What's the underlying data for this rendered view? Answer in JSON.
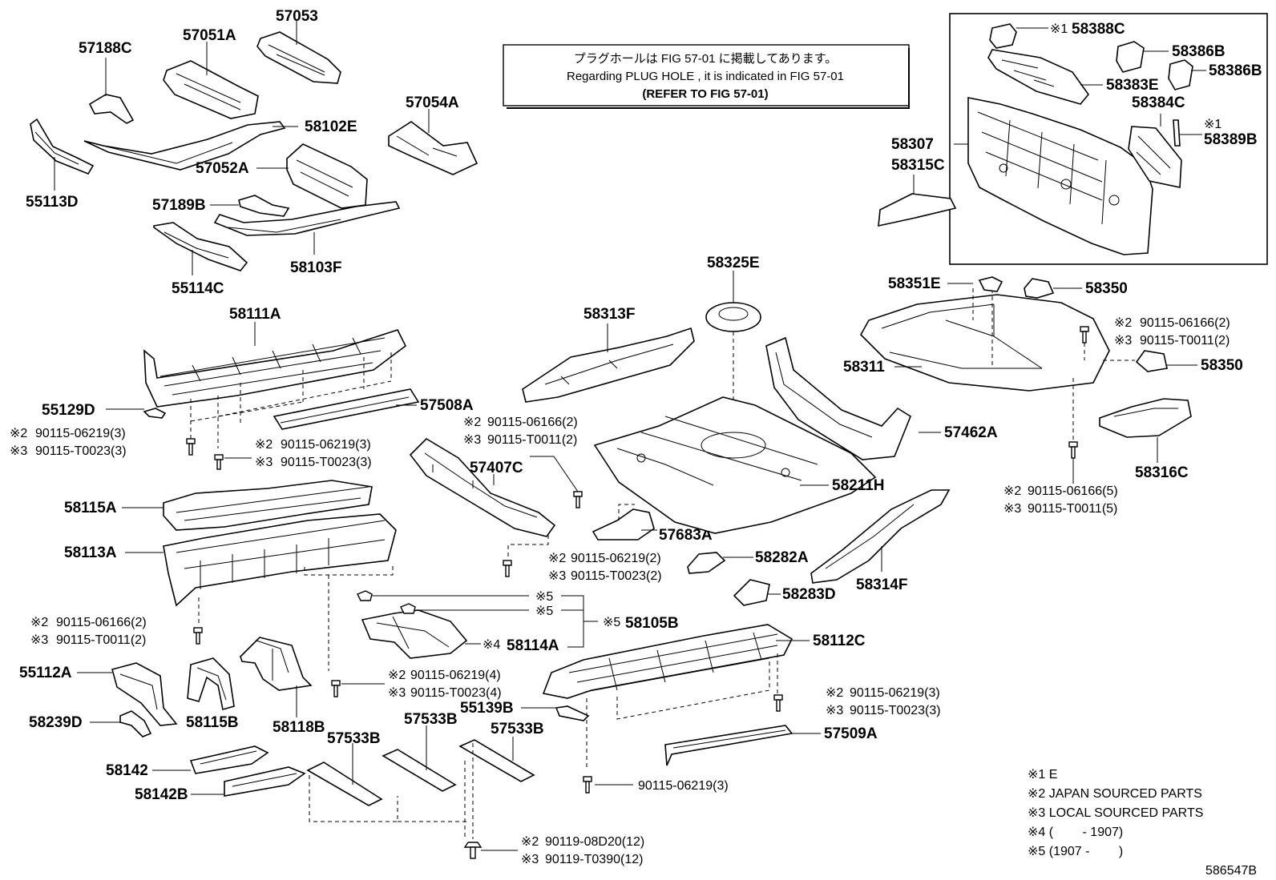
{
  "notice": {
    "line1": "プラグホールは FIG 57-01 に掲載してあります。",
    "line2": "Regarding PLUG HOLE , it is indicated in FIG 57-01",
    "line3": "(REFER TO FIG 57-01)"
  },
  "parts": {
    "p57188C": "57188C",
    "p57051A": "57051A",
    "p57053": "57053",
    "p57054A": "57054A",
    "p58102E": "58102E",
    "p57052A": "57052A",
    "p55113D": "55113D",
    "p57189B": "57189B",
    "p58103F": "58103F",
    "p55114C": "55114C",
    "p58111A": "58111A",
    "p55129D": "55129D",
    "p57508A": "57508A",
    "p58115A": "58115A",
    "p58113A": "58113A",
    "p55112A": "55112A",
    "p58239D": "58239D",
    "p58115B": "58115B",
    "p58118B": "58118B",
    "p58142": "58142",
    "p58142B": "58142B",
    "p57533B_1": "57533B",
    "p57533B_2": "57533B",
    "p57533B_3": "57533B",
    "p58114A": "58114A",
    "p58105B": "58105B",
    "p55139B": "55139B",
    "p58112C": "58112C",
    "p57509A": "57509A",
    "p57407C": "57407C",
    "p57683A": "57683A",
    "p58282A": "58282A",
    "p58283D": "58283D",
    "p58313F": "58313F",
    "p58325E": "58325E",
    "p58211H": "58211H",
    "p57462A": "57462A",
    "p58314F": "58314F",
    "p58311": "58311",
    "p58351E": "58351E",
    "p58350_1": "58350",
    "p58350_2": "58350",
    "p58316C": "58316C",
    "p58307": "58307",
    "p58315C": "58315C",
    "p58388C": "58388C",
    "p58386B_1": "58386B",
    "p58386B_2": "58386B",
    "p58383E": "58383E",
    "p58384C": "58384C",
    "p58389B": "58389B"
  },
  "marks": {
    "m1": "※1",
    "m2": "※2",
    "m3": "※3",
    "m4": "※4",
    "m5": "※5"
  },
  "fasteners": {
    "f1a": "90115-06219(3)",
    "f1b": "90115-T0023(3)",
    "f2a": "90115-06219(3)",
    "f2b": "90115-T0023(3)",
    "f3a": "90115-06166(2)",
    "f3b": "90115-T0011(2)",
    "f4a": "90115-06219(2)",
    "f4b": "90115-T0023(2)",
    "f5a": "90115-06166(2)",
    "f5b": "90115-T0011(2)",
    "f6a": "90115-06219(4)",
    "f6b": "90115-T0023(4)",
    "f7a": "90115-06219(3)",
    "f7b": "90115-T0023(3)",
    "f8": "90115-06219(3)",
    "f9a": "90119-08D20(12)",
    "f9b": "90119-T0390(12)",
    "f10a": "90115-06166(2)",
    "f10b": "90115-T0011(2)",
    "f11a": "90115-06166(5)",
    "f11b": "90115-T0011(5)"
  },
  "legend": {
    "l1": "※1 E",
    "l2": "※2 JAPAN SOURCED PARTS",
    "l3": "※3 LOCAL SOURCED PARTS",
    "l4": "※4 (　　 - 1907)",
    "l5": "※5 (1907 - 　　)"
  },
  "figure_id": "586547B"
}
